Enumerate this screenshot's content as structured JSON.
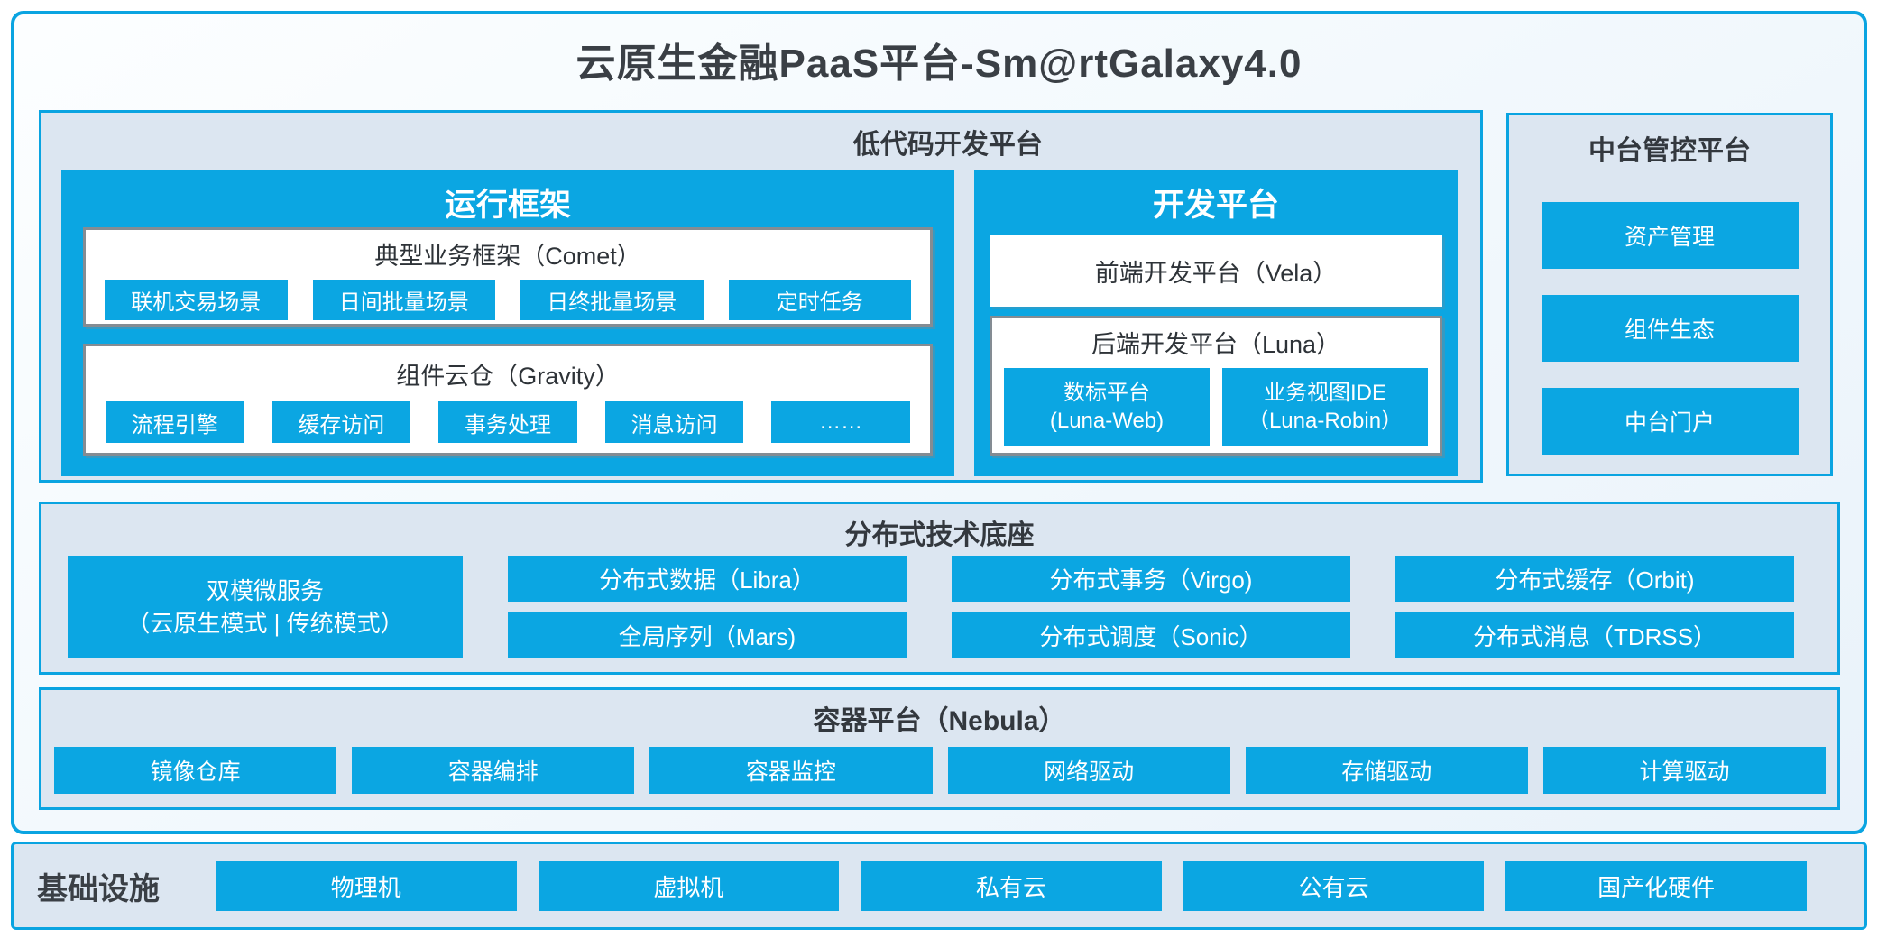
{
  "title": "云原生金融PaaS平台-Sm@rtGalaxy4.0",
  "colors": {
    "accent": "#0ba6e2",
    "panel_fill": "#dce6f1",
    "gray_border": "#848c93",
    "dark_text": "#3a3f45"
  },
  "low_code_platform": {
    "header": "低代码开发平台",
    "runtime_framework": {
      "title": "运行框架",
      "comet": {
        "title": "典型业务框架（Comet）",
        "items": [
          "联机交易场景",
          "日间批量场景",
          "日终批量场景",
          "定时任务"
        ]
      },
      "gravity": {
        "title": "组件云仓（Gravity）",
        "items": [
          "流程引擎",
          "缓存访问",
          "事务处理",
          "消息访问",
          "……"
        ]
      }
    },
    "dev_platform": {
      "title": "开发平台",
      "vela_label": "前端开发平台（Vela）",
      "luna": {
        "title": "后端开发平台（Luna）",
        "items": [
          {
            "line1": "数标平台",
            "line2": "(Luna-Web)"
          },
          {
            "line1": "业务视图IDE",
            "line2": "（Luna-Robin）"
          }
        ]
      }
    }
  },
  "mid_platform": {
    "header": "中台管控平台",
    "items": [
      "资产管理",
      "组件生态",
      "中台门户"
    ]
  },
  "distributed_base": {
    "header": "分布式技术底座",
    "dual_microservice": {
      "line1": "双模微服务",
      "line2": "（云原生模式 | 传统模式）"
    },
    "grid": [
      "分布式数据（Libra）",
      "全局序列（Mars)",
      "分布式事务（Virgo)",
      "分布式调度（Sonic）",
      "分布式缓存（Orbit)",
      "分布式消息（TDRSS）"
    ]
  },
  "container_platform": {
    "header": "容器平台（Nebula）",
    "items": [
      "镜像仓库",
      "容器编排",
      "容器监控",
      "网络驱动",
      "存储驱动",
      "计算驱动"
    ]
  },
  "infrastructure": {
    "header": "基础设施",
    "items": [
      "物理机",
      "虚拟机",
      "私有云",
      "公有云",
      "国产化硬件"
    ]
  }
}
